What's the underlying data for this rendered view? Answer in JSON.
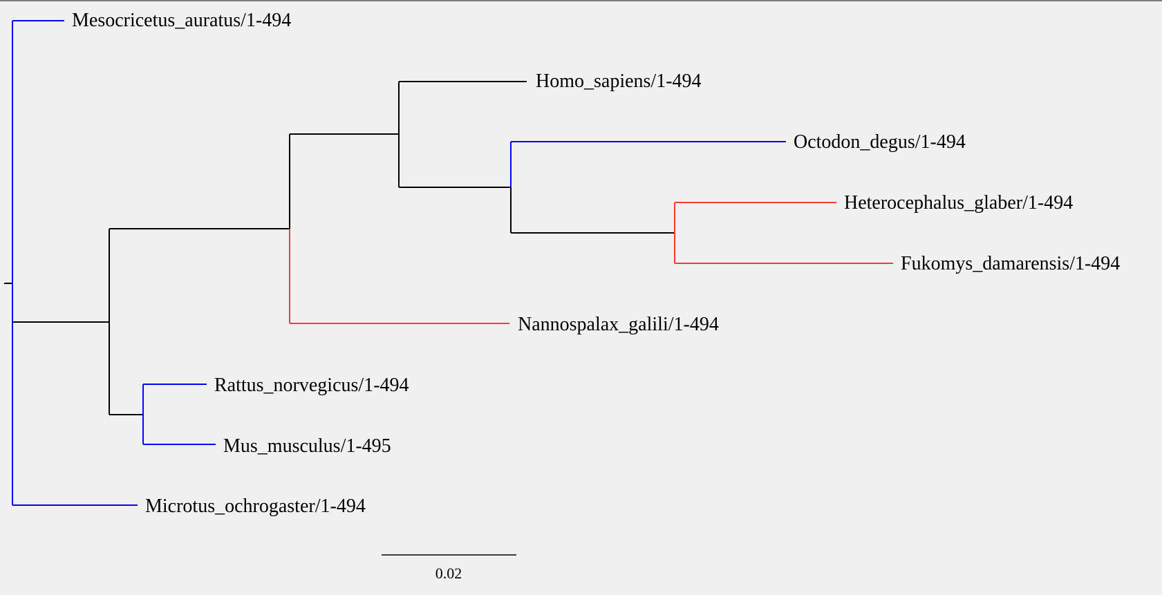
{
  "colors": {
    "background": "#f0f0f0",
    "default_branch": "#000000",
    "blue_branch": "#0000ff",
    "red_branch": "#ff3b30"
  },
  "tree": {
    "leaves": [
      {
        "id": "mesocricetus",
        "label": "Mesocricetus_auratus/1-494"
      },
      {
        "id": "homo",
        "label": "Homo_sapiens/1-494"
      },
      {
        "id": "octodon",
        "label": "Octodon_degus/1-494"
      },
      {
        "id": "heterocephalus",
        "label": "Heterocephalus_glaber/1-494"
      },
      {
        "id": "fukomys",
        "label": "Fukomys_damarensis/1-494"
      },
      {
        "id": "nannospalax",
        "label": "Nannospalax_galili/1-494"
      },
      {
        "id": "rattus",
        "label": "Rattus_norvegicus/1-494"
      },
      {
        "id": "mus",
        "label": "Mus_musculus/1-495"
      },
      {
        "id": "microtus",
        "label": "Microtus_ochrogaster/1-494"
      }
    ],
    "scale_bar": {
      "label": "0.02",
      "value": 0.02
    }
  }
}
